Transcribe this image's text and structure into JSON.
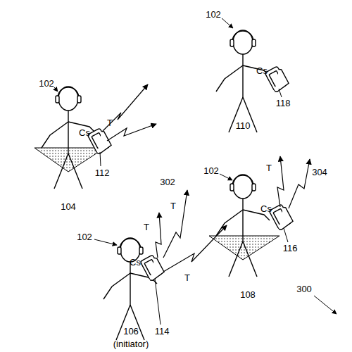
{
  "diagram": {
    "labels": [
      "102",
      "Cs",
      "118",
      "110",
      "102",
      "T",
      "Cs",
      "112",
      "104",
      "302",
      "T",
      "T",
      "102",
      "T",
      "304",
      "Cs",
      "116",
      "102",
      "T",
      "Cs",
      "108",
      "300",
      "114",
      "106",
      "(initiator)"
    ]
  }
}
